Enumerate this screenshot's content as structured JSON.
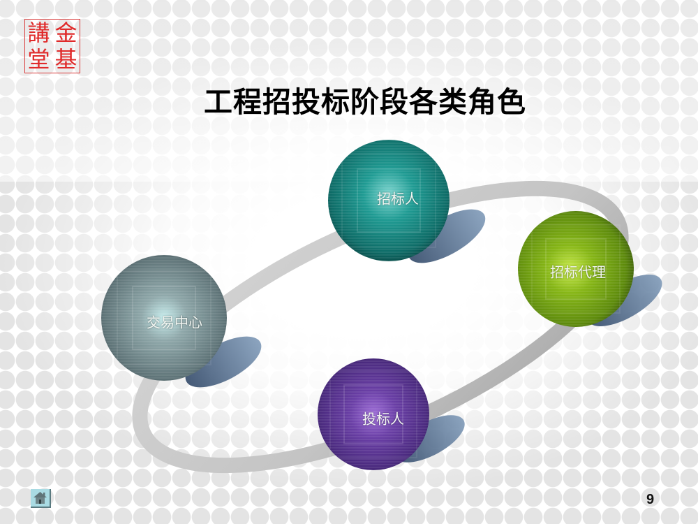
{
  "logo": {
    "seal_chars": [
      "金",
      "基",
      "講",
      "堂"
    ],
    "color": "#e02a2a"
  },
  "slide": {
    "title": "工程招投标阶段各类角色",
    "page_number": "9"
  },
  "diagram": {
    "type": "cycle",
    "ring_color": "#bdbdbd",
    "nodes": [
      {
        "label": "招标人",
        "color": "#0f6e6a",
        "position": "top"
      },
      {
        "label": "招标代理",
        "color": "#6f9c12",
        "position": "right"
      },
      {
        "label": "投标人",
        "color": "#4a2a7e",
        "position": "bottom"
      },
      {
        "label": "交易中心",
        "color": "#5f7478",
        "position": "left"
      }
    ]
  },
  "nav": {
    "home_icon": "home-icon"
  }
}
